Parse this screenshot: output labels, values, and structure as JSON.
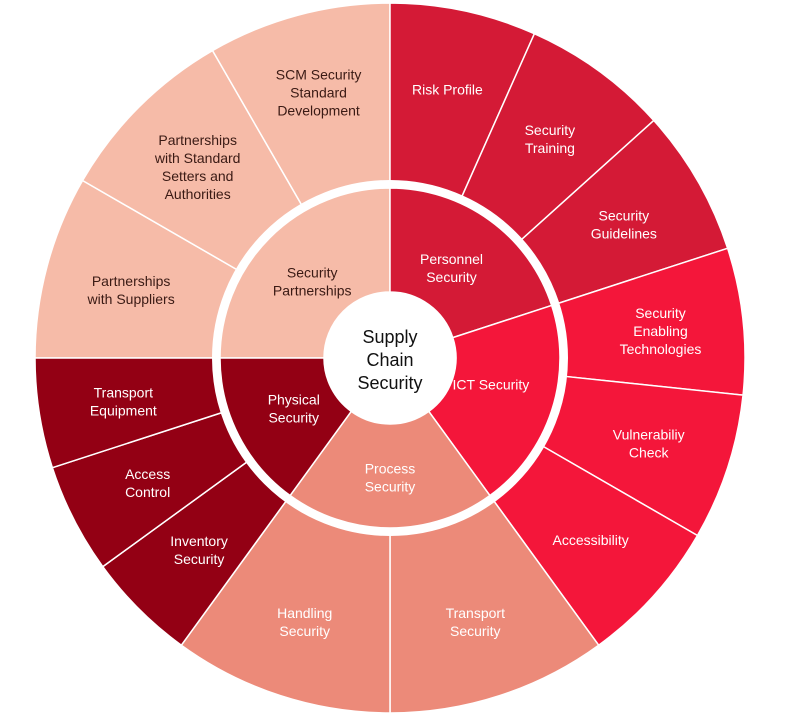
{
  "center": {
    "label": [
      "Supply",
      "Chain",
      "Security"
    ]
  },
  "colors": {
    "partnerships": "#f6bba8",
    "personnel": "#d41a36",
    "ict": "#f4163a",
    "process": "#ec8a79",
    "physical": "#930014",
    "separator": "#ffffff"
  },
  "categories": [
    {
      "id": "partnerships",
      "label": [
        "Security",
        "Partnerships"
      ],
      "text_color": "#3a1a14",
      "start": -90,
      "end": 0
    },
    {
      "id": "personnel",
      "label": [
        "Personnel",
        "Security"
      ],
      "text_color": "#ffffff",
      "start": 0,
      "end": 72
    },
    {
      "id": "ict",
      "label": [
        "ICT Security"
      ],
      "text_color": "#ffffff",
      "start": 72,
      "end": 144
    },
    {
      "id": "process",
      "label": [
        "Process",
        "Security"
      ],
      "text_color": "#ffffff",
      "start": 144,
      "end": 216
    },
    {
      "id": "physical",
      "label": [
        "Physical",
        "Security"
      ],
      "text_color": "#ffffff",
      "start": 216,
      "end": 270
    }
  ],
  "segments": [
    {
      "category": "partnerships",
      "label": [
        "Partnerships",
        "with Suppliers"
      ]
    },
    {
      "category": "partnerships",
      "label": [
        "Partnerships",
        "with Standard",
        "Setters and",
        "Authorities"
      ]
    },
    {
      "category": "partnerships",
      "label": [
        "SCM Security",
        "Standard",
        "Development"
      ]
    },
    {
      "category": "personnel",
      "label": [
        "Risk Profile"
      ]
    },
    {
      "category": "personnel",
      "label": [
        "Security",
        "Training"
      ]
    },
    {
      "category": "personnel",
      "label": [
        "Security",
        "Guidelines"
      ]
    },
    {
      "category": "ict",
      "label": [
        "Security",
        "Enabling",
        "Technologies"
      ]
    },
    {
      "category": "ict",
      "label": [
        "Vulnerabiliy",
        "Check"
      ]
    },
    {
      "category": "ict",
      "label": [
        "Accessibility"
      ]
    },
    {
      "category": "process",
      "label": [
        "Transport",
        "Security"
      ]
    },
    {
      "category": "process",
      "label": [
        "Handling",
        "Security"
      ]
    },
    {
      "category": "physical",
      "label": [
        "Inventory",
        "Security"
      ]
    },
    {
      "category": "physical",
      "label": [
        "Access",
        "Control"
      ]
    },
    {
      "category": "physical",
      "label": [
        "Transport",
        "Equipment"
      ]
    }
  ]
}
